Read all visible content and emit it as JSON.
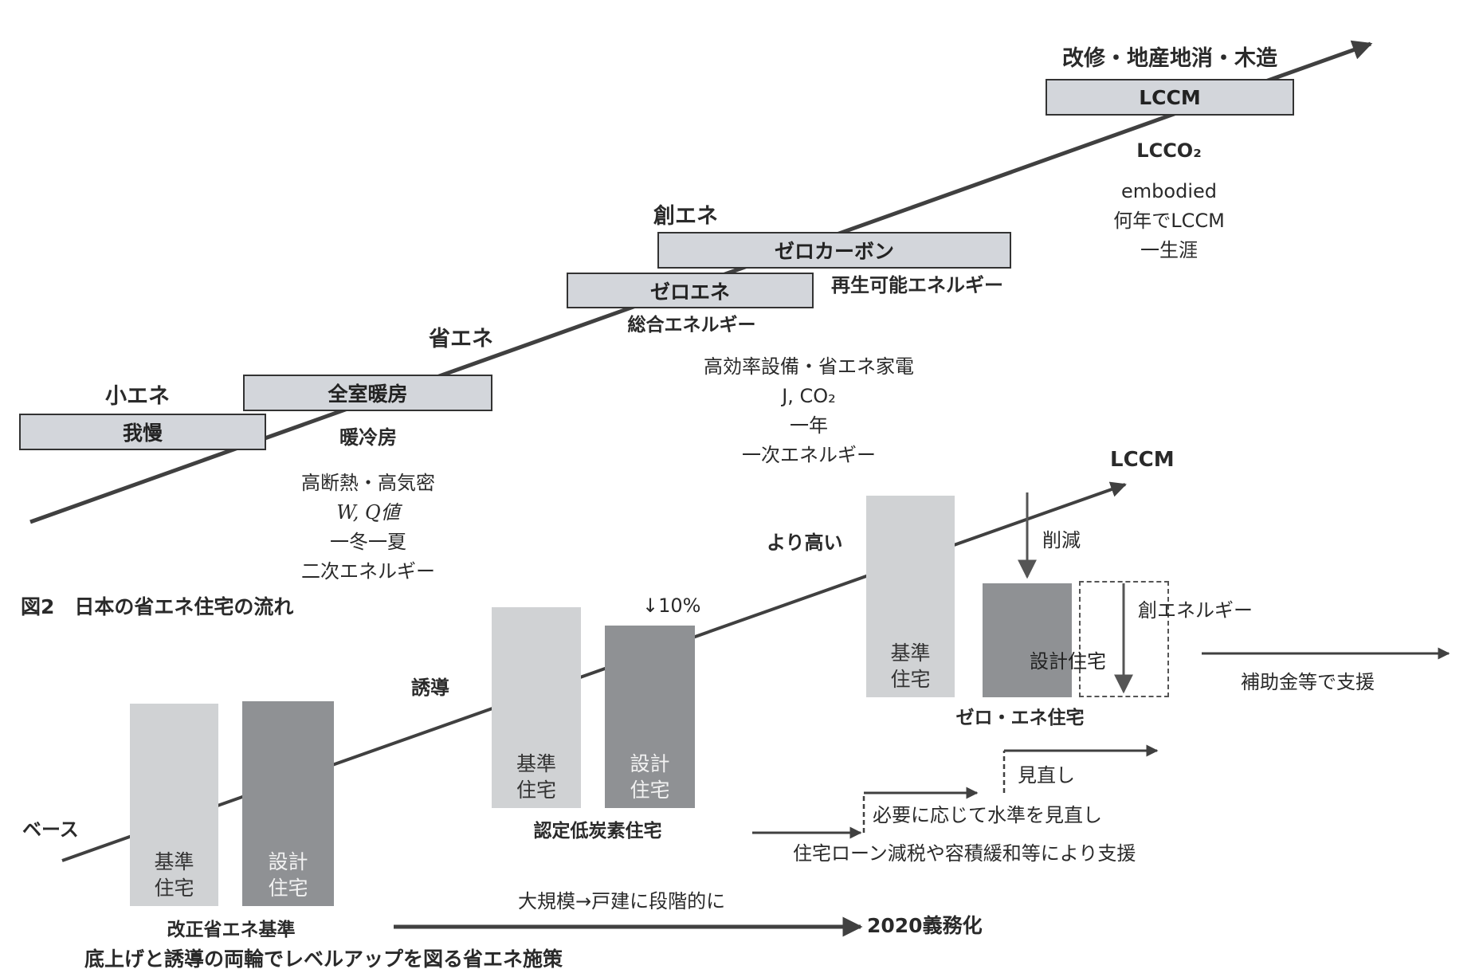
{
  "upper": {
    "stages": [
      {
        "heading": "小エネ",
        "box": "我慢"
      },
      {
        "box": "全室暖房",
        "notes": [
          "暖冷房"
        ],
        "details": [
          "高断熱・高気密",
          "W, Q値",
          "一冬一夏",
          "二次エネルギー"
        ]
      },
      {
        "heading": "省エネ"
      },
      {
        "box": "ゼロエネ",
        "notes": [
          "総合エネルギー"
        ],
        "details": [
          "高効率設備・省エネ家電",
          "J, CO₂",
          "一年",
          "一次エネルギー"
        ]
      },
      {
        "heading": "創エネ",
        "box": "ゼロカーボン",
        "notes": [
          "再生可能エネルギー"
        ]
      },
      {
        "heading": "改修・地産地消・木造",
        "box": "LCCM",
        "notes": [
          "LCCO₂"
        ],
        "details": [
          "embodied",
          "何年でLCCM",
          "一生涯"
        ]
      }
    ]
  },
  "figure_caption": "図2　日本の省エネ住宅の流れ",
  "lower": {
    "level_labels": [
      "ベース",
      "誘導",
      "より高い"
    ],
    "arrow_end_label": "LCCM",
    "groups": [
      {
        "standard": "基準\n住宅",
        "design": "設計\n住宅",
        "caption": "改正省エネ基準"
      },
      {
        "standard": "基準\n住宅",
        "design": "設計\n住宅",
        "caption": "認定低炭素住宅",
        "reduction": "↓10%"
      },
      {
        "standard": "基準\n住宅",
        "design": "設計住宅",
        "caption": "ゼロ・エネ住宅",
        "reduction": "削減",
        "creation": "創エネルギー"
      }
    ],
    "support_subsidy": "補助金等で支援",
    "steps": [
      "見直し",
      "必要に応じて水準を見直し"
    ],
    "support_loan": "住宅ローン減税や容積緩和等により支援",
    "phase_in": "大規模→戸建に段階的に",
    "mandate": "2020義務化",
    "subtitle": "底上げと誘導の両輪でレベルアップを図る省エネ施策"
  },
  "colors": {
    "box_fill": "#d3d6db",
    "bar_light": "#d0d2d4",
    "bar_dark": "#8f9194",
    "line": "#404040"
  }
}
